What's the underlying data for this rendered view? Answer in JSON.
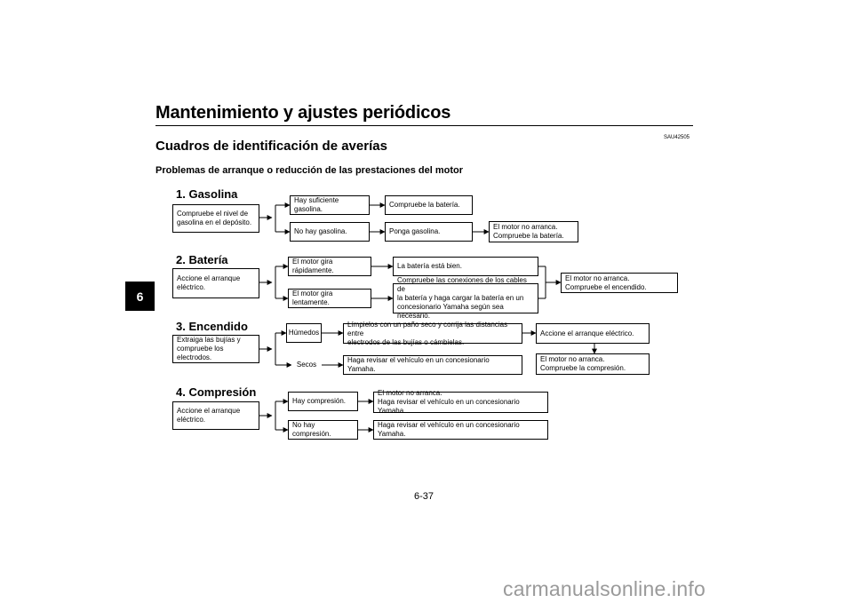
{
  "header": {
    "title": "Mantenimiento y ajustes periódicos",
    "chapter": "6"
  },
  "section": {
    "title": "Cuadros de identificación de averías",
    "code": "SAU42505"
  },
  "subheading": "Problemas de arranque o reducción de las prestaciones del motor",
  "groups": {
    "gasolina": {
      "title": "1. Gasolina",
      "start": "Compruebe el nivel de\ngasolina en el depósito.",
      "b1": "Hay suficiente gasolina.",
      "b1_next": "Compruebe la batería.",
      "b2": "No hay gasolina.",
      "b2_next": "Ponga gasolina.",
      "b2_end": "El motor no arranca.\nCompruebe la batería."
    },
    "bateria": {
      "title": "2. Batería",
      "start": "Accione el arranque\neléctrico.",
      "b1": "El motor gira rápidamente.",
      "b1_next": "La batería está bien.",
      "b2": "El motor gira lentamente.",
      "b2_next": "Compruebe las conexiones de los cables de\nla batería y haga cargar la batería en un\nconcesionario Yamaha según sea necesario.",
      "end": "El motor no arranca.\nCompruebe el encendido."
    },
    "encendido": {
      "title": "3. Encendido",
      "start": "Extraiga las bujías y\ncompruebe los electrodos.",
      "b1": "Húmedos",
      "b1_next": "Límpielos con un paño seco y corrija las distancias entre\nelectrodos de las bujías o cámbielas.",
      "b1_end": "Accione el arranque eléctrico.",
      "b1_end2": "El motor no arranca.\nCompruebe la compresión.",
      "b2": "Secos",
      "b2_next": "Haga revisar el vehículo en un concesionario Yamaha."
    },
    "compresion": {
      "title": "4. Compresión",
      "start": "Accione el arranque\neléctrico.",
      "b1": "Hay compresión.",
      "b1_next": "El motor no arranca.\nHaga revisar el vehículo en un concesionario Yamaha.",
      "b2": "No hay compresión.",
      "b2_next": "Haga revisar el vehículo en un concesionario Yamaha."
    }
  },
  "page_number": "6-37",
  "watermark": "carmanualsonline.info"
}
